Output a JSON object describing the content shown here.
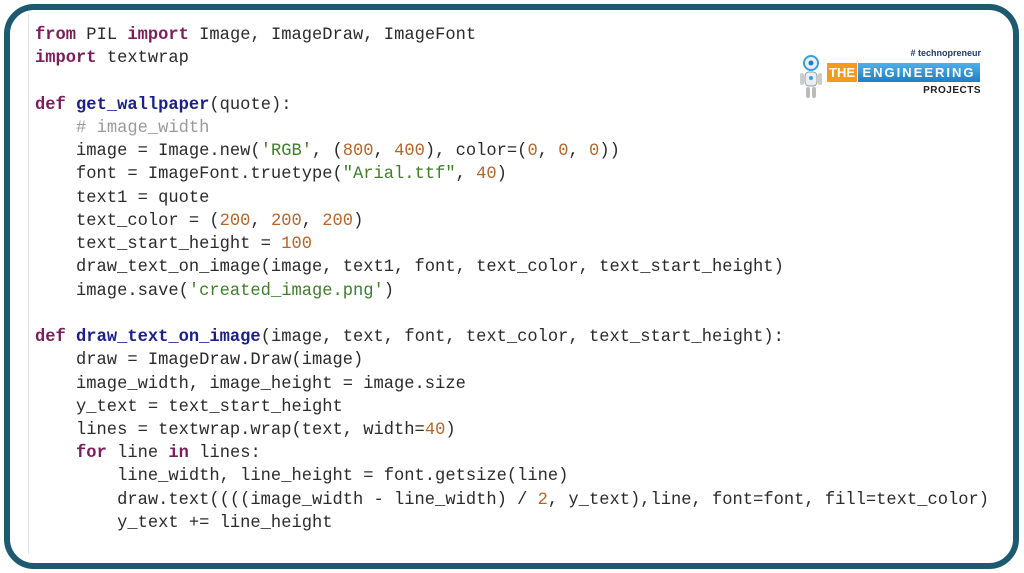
{
  "logo": {
    "tagline": "# technopreneur",
    "the": "THE",
    "engineering": "ENGINEERING",
    "projects": "PROJECTS"
  },
  "code_lines": [
    [
      [
        "kw",
        "from"
      ],
      [
        "t",
        " PIL "
      ],
      [
        "kw",
        "import"
      ],
      [
        "t",
        " Image, ImageDraw, ImageFont"
      ]
    ],
    [
      [
        "kw",
        "import"
      ],
      [
        "t",
        " textwrap"
      ]
    ],
    [],
    [
      [
        "kw",
        "def"
      ],
      [
        "t",
        " "
      ],
      [
        "fn",
        "get_wallpaper"
      ],
      [
        "t",
        "(quote):"
      ]
    ],
    [
      [
        "t",
        "    "
      ],
      [
        "cm",
        "# image_width"
      ]
    ],
    [
      [
        "t",
        "    image = Image.new("
      ],
      [
        "str",
        "'RGB'"
      ],
      [
        "t",
        ", ("
      ],
      [
        "num",
        "800"
      ],
      [
        "t",
        ", "
      ],
      [
        "num",
        "400"
      ],
      [
        "t",
        "), color=("
      ],
      [
        "num",
        "0"
      ],
      [
        "t",
        ", "
      ],
      [
        "num",
        "0"
      ],
      [
        "t",
        ", "
      ],
      [
        "num",
        "0"
      ],
      [
        "t",
        "))"
      ]
    ],
    [
      [
        "t",
        "    font = ImageFont.truetype("
      ],
      [
        "str",
        "\"Arial.ttf\""
      ],
      [
        "t",
        ", "
      ],
      [
        "num",
        "40"
      ],
      [
        "t",
        ")"
      ]
    ],
    [
      [
        "t",
        "    text1 = quote"
      ]
    ],
    [
      [
        "t",
        "    text_color = ("
      ],
      [
        "num",
        "200"
      ],
      [
        "t",
        ", "
      ],
      [
        "num",
        "200"
      ],
      [
        "t",
        ", "
      ],
      [
        "num",
        "200"
      ],
      [
        "t",
        ")"
      ]
    ],
    [
      [
        "t",
        "    text_start_height = "
      ],
      [
        "num",
        "100"
      ]
    ],
    [
      [
        "t",
        "    draw_text_on_image(image, text1, font, text_color, text_start_height)"
      ]
    ],
    [
      [
        "t",
        "    image.save("
      ],
      [
        "str",
        "'created_image.png'"
      ],
      [
        "t",
        ")"
      ]
    ],
    [],
    [
      [
        "kw",
        "def"
      ],
      [
        "t",
        " "
      ],
      [
        "fn",
        "draw_text_on_image"
      ],
      [
        "t",
        "(image, text, font, text_color, text_start_height):"
      ]
    ],
    [
      [
        "t",
        "    draw = ImageDraw.Draw(image)"
      ]
    ],
    [
      [
        "t",
        "    image_width, image_height = image.size"
      ]
    ],
    [
      [
        "t",
        "    y_text = text_start_height"
      ]
    ],
    [
      [
        "t",
        "    lines = textwrap.wrap(text, width="
      ],
      [
        "num",
        "40"
      ],
      [
        "t",
        ")"
      ]
    ],
    [
      [
        "t",
        "    "
      ],
      [
        "kw",
        "for"
      ],
      [
        "t",
        " line "
      ],
      [
        "kw",
        "in"
      ],
      [
        "t",
        " lines:"
      ]
    ],
    [
      [
        "t",
        "        line_width, line_height = font.getsize(line)"
      ]
    ],
    [
      [
        "t",
        "        draw.text((((image_width - line_width) / "
      ],
      [
        "num",
        "2"
      ],
      [
        "t",
        ", y_text),line, font=font, fill=text_color)"
      ]
    ],
    [
      [
        "t",
        "        y_text += line_height"
      ]
    ]
  ],
  "colors": {
    "frame": "#1d5a70",
    "keyword": "#7a1f5a",
    "function": "#1b1f8a",
    "string": "#3f7f2a",
    "number": "#b3652a",
    "comment": "#9a9a9a"
  }
}
